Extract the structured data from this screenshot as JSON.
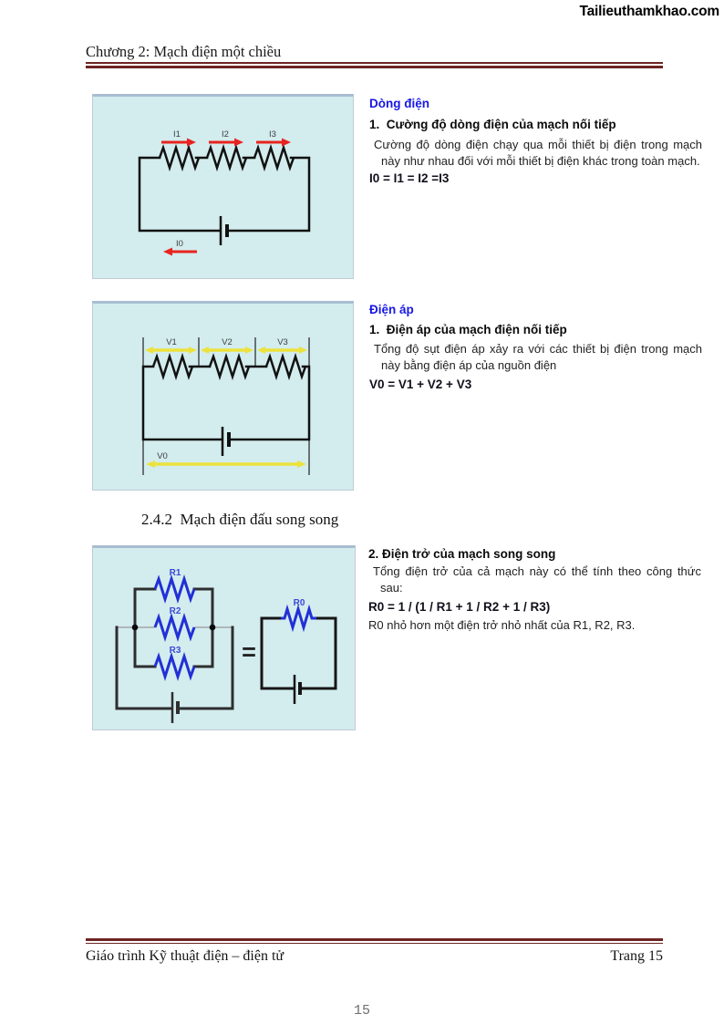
{
  "page": {
    "watermark": "Tailieuthamkhao.com",
    "header": {
      "title": "Chương 2: Mạch điện một chiều"
    },
    "footer": {
      "left": "Giáo trình Kỹ thuật điện – điện tử",
      "right": "Trang 15",
      "page_number": "15"
    }
  },
  "current_section": {
    "heading": "Dòng điện",
    "subheading": "1.  Cường độ dòng điện của mạch nối tiếp",
    "body": "Cường độ dòng điện chạy qua mỗi thiết bị điện trong mạch này như nhau đối với mỗi thiết bị điện khác trong toàn mạch.",
    "formula": "I0 = I1 = I2 =I3"
  },
  "voltage_section": {
    "heading": "Điện áp",
    "subheading": "1.  Điện áp của mạch điện nối tiếp",
    "body": "Tổng độ sụt điện áp xảy ra với các thiết bị điện trong mạch này bằng điện áp của nguồn điện",
    "formula": "V0 = V1 + V2 + V3"
  },
  "parallel_section": {
    "heading": "2.4.2  Mạch điện đấu song song",
    "subheading": "2. Điện trở của mạch song song",
    "body": "Tổng điện trở của cả mạch này có thể tính theo công thức sau:",
    "formula": "R0 = 1 / (1 / R1 + 1 / R2 + 1 / R3)",
    "note": "R0 nhỏ hơn một điện trở nhỏ nhất của R1, R2, R3."
  },
  "figure_series_current": {
    "i1": "I1",
    "i2": "I2",
    "i3": "I3",
    "i0": "I0"
  },
  "figure_series_voltage": {
    "v1": "V1",
    "v2": "V2",
    "v3": "V3",
    "v0": "V0"
  },
  "figure_parallel": {
    "r1": "R1",
    "r2": "R2",
    "r3": "R3",
    "r0": "R0",
    "equals": "="
  },
  "colors": {
    "accent_blue": "#1717e6",
    "rule_maroon": "#6d2523",
    "figure_bg": "#d3ecee",
    "arrow_red": "#e8231e",
    "arrow_yellow": "#ece23c",
    "resistor_blue": "#2130d6"
  }
}
